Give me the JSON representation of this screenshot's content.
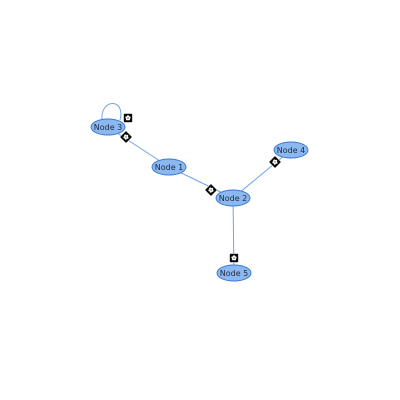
{
  "graph": {
    "colors": {
      "node_fill": "#8bb8f0",
      "node_stroke": "#3a78cf",
      "edge": "#6fa4e6",
      "handle": "#0a0a0a",
      "background": "#ffffff"
    },
    "nodes": [
      {
        "id": "n1",
        "label": "Node 1"
      },
      {
        "id": "n2",
        "label": "Node 2"
      },
      {
        "id": "n3",
        "label": "Node 3"
      },
      {
        "id": "n4",
        "label": "Node 4"
      },
      {
        "id": "n5",
        "label": "Node 5"
      }
    ],
    "edges": [
      {
        "id": "e-n1-n3",
        "source": "n1",
        "target": "n3"
      },
      {
        "id": "e-n3-n3",
        "source": "n3",
        "target": "n3"
      },
      {
        "id": "e-n1-n2",
        "source": "n1",
        "target": "n2"
      },
      {
        "id": "e-n2-n4",
        "source": "n2",
        "target": "n4"
      },
      {
        "id": "e-n2-n5",
        "source": "n2",
        "target": "n5"
      }
    ],
    "handle_icon": "flower-icon"
  }
}
